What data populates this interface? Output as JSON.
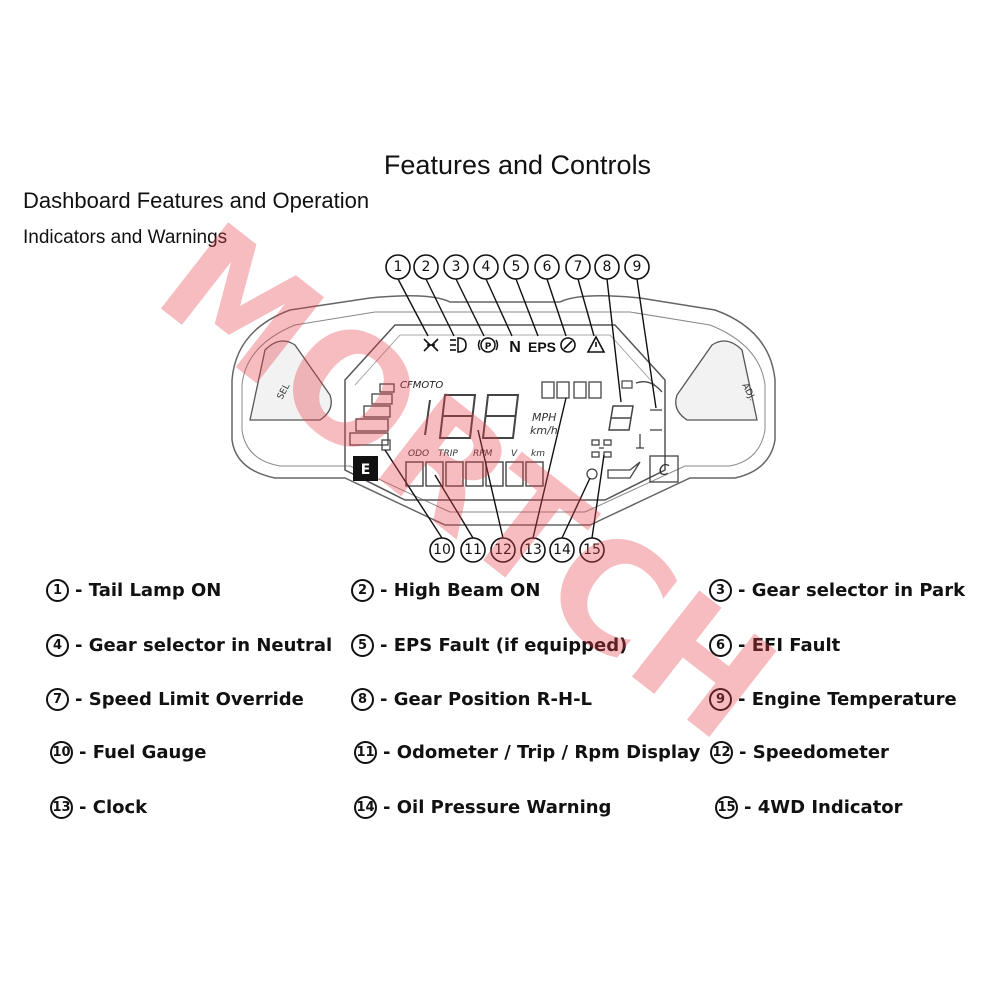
{
  "header": {
    "title": "Features and Controls",
    "section": "Dashboard Features and Operation",
    "subsection": "Indicators and Warnings"
  },
  "dashboard": {
    "brand": "CFMOTO",
    "left_button": "SEL",
    "right_button": "ADJ.",
    "top_indicators": [
      "N",
      "EPS"
    ],
    "speed_units": [
      "MPH",
      "km/h"
    ],
    "display_modes": [
      "ODO",
      "TRIP",
      "RPM",
      "V",
      "km"
    ],
    "fuel_letter": "E",
    "temp_letter": "C"
  },
  "callouts": {
    "top": [
      "1",
      "2",
      "3",
      "4",
      "5",
      "6",
      "7",
      "8",
      "9"
    ],
    "bottom": [
      "10",
      "11",
      "12",
      "13",
      "14",
      "15"
    ]
  },
  "legend": [
    {
      "num": "1",
      "text": "- Tail Lamp ON"
    },
    {
      "num": "2",
      "text": "- High Beam ON"
    },
    {
      "num": "3",
      "text": "- Gear selector in Park"
    },
    {
      "num": "4",
      "text": "- Gear selector in Neutral"
    },
    {
      "num": "5",
      "text": "- EPS Fault (if equipped)"
    },
    {
      "num": "6",
      "text": "- EFI Fault"
    },
    {
      "num": "7",
      "text": "- Speed Limit Override"
    },
    {
      "num": "8",
      "text": "- Gear Position R-H-L"
    },
    {
      "num": "9",
      "text": "- Engine Temperature"
    },
    {
      "num": "10",
      "text": "- Fuel Gauge"
    },
    {
      "num": "11",
      "text": "- Odometer / Trip / Rpm Display"
    },
    {
      "num": "12",
      "text": "- Speedometer"
    },
    {
      "num": "13",
      "text": "- Clock"
    },
    {
      "num": "14",
      "text": "- Oil Pressure Warning"
    },
    {
      "num": "15",
      "text": "- 4WD Indicator"
    }
  ],
  "watermark": {
    "text": "MORTCH",
    "color": "#e8404a"
  }
}
